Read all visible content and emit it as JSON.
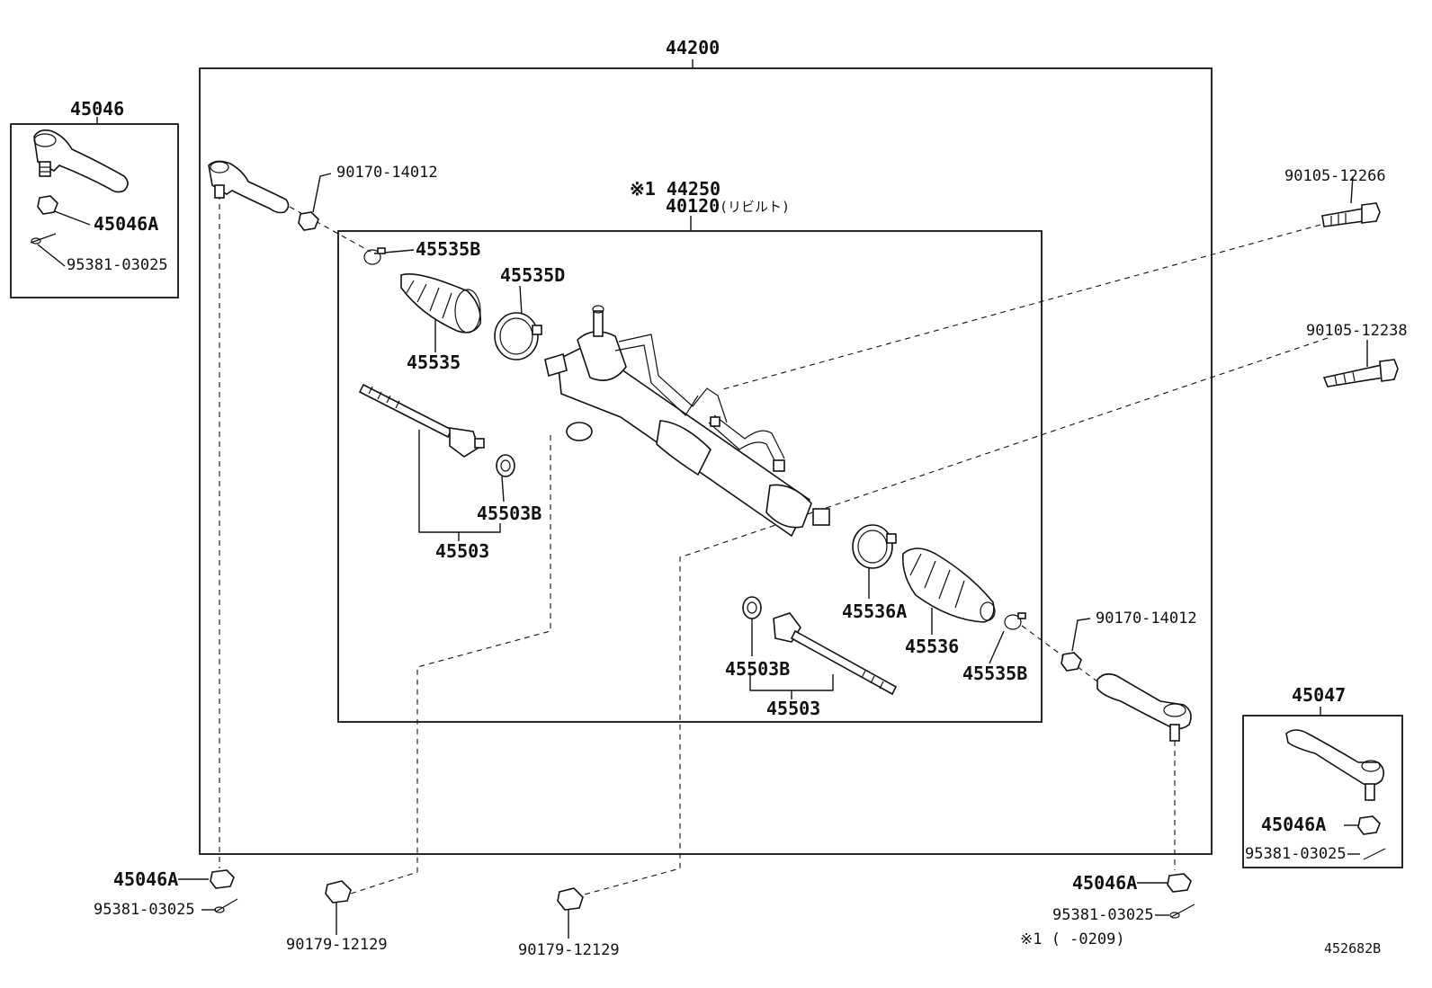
{
  "labels": {
    "main_assembly": "44200",
    "left_inset_title": "45046",
    "left_inset_nut": "45046A",
    "left_inset_pin": "95381-03025",
    "right_inset_title": "45047",
    "right_inset_nut": "45046A",
    "right_inset_pin": "95381-03025",
    "nut_top_left": "90170-14012",
    "nut_mid_right": "90170-14012",
    "rebuilt_ref": "※1 44250",
    "rebuilt_part": "40120",
    "rebuilt_note": "(リビルト)",
    "bolt_upper": "90105-12266",
    "bolt_lower": "90105-12238",
    "clamp_left": "45535B",
    "clamp_d": "45535D",
    "boot_left": "45535",
    "washer_left": "45503B",
    "rod_left": "45503",
    "clamp_a": "45536A",
    "boot_right": "45536",
    "clamp_right": "45535B",
    "washer_right": "45503B",
    "rod_right": "45503",
    "nut_bottom_left": "45046A",
    "pin_bottom_left": "95381-03025",
    "bushing_nut_left": "90179-12129",
    "bushing_nut_mid": "90179-12129",
    "nut_bottom_right": "45046A",
    "pin_bottom_right": "95381-03025",
    "footnote": "※1 (     -0209)",
    "diagram_id": "452682B"
  }
}
